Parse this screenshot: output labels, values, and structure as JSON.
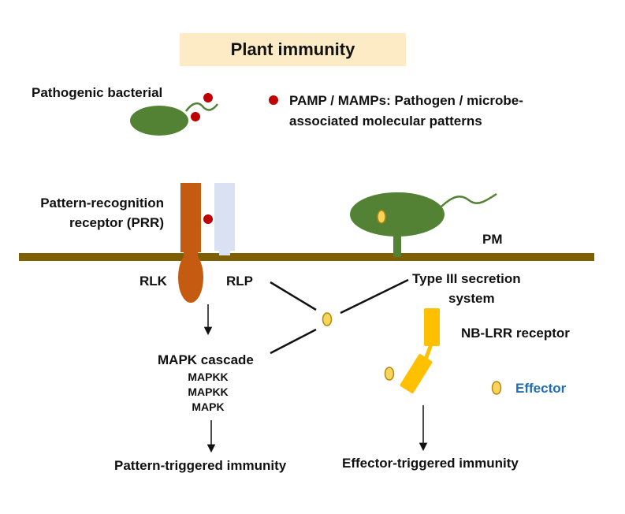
{
  "title": "Plant immunity",
  "labels": {
    "pathogenic_bacterial": "Pathogenic bacterial",
    "pamp_legend_line1": "PAMP / MAMPs: Pathogen / microbe-",
    "pamp_legend_line2": "associated molecular patterns",
    "prr_line1": "Pattern-recognition",
    "prr_line2": "receptor (PRR)",
    "pm": "PM",
    "rlk": "RLK",
    "rlp": "RLP",
    "t3ss_line1": "Type III secretion",
    "t3ss_line2": "system",
    "nblrr": "NB-LRR receptor",
    "effector_legend": "Effector",
    "mapk_cascade": "MAPK cascade",
    "mapkk_1": "MAPKK",
    "mapkk_2": "MAPKK",
    "mapk": "MAPK",
    "pti": "Pattern-triggered immunity",
    "eti": "Effector-triggered immunity"
  },
  "colors": {
    "title_bg": "#fdebc6",
    "bacteria": "#548235",
    "pamp": "#c00000",
    "membrane": "#7f6000",
    "rlk": "#c55a11",
    "rlp": "#d9e1f2",
    "effector_fill": "#f6d55c",
    "effector_stroke": "#b8860b",
    "nblrr": "#ffc000",
    "effector_text": "#1f6db5"
  },
  "icons": {
    "pamp": "red-dot-icon",
    "effector": "yellow-ellipse-icon",
    "arrow": "down-arrow-icon"
  }
}
